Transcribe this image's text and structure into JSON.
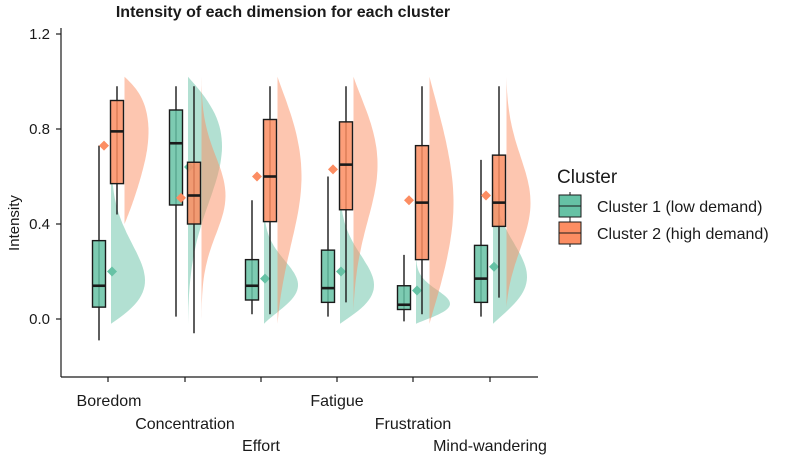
{
  "chart_data": {
    "type": "box",
    "title": "Intensity of each dimension for each cluster",
    "xlabel": "",
    "ylabel": "Intensity",
    "ylim": [
      -0.22,
      1.24
    ],
    "yticks": [
      "0.0",
      "0.4",
      "0.8",
      "1.2"
    ],
    "ytick_values": [
      0,
      0.4,
      0.8,
      1.2
    ],
    "categories": [
      "Boredom",
      "Concentration",
      "Effort",
      "Fatigue",
      "Frustration",
      "Mind-wandering"
    ],
    "legend": {
      "title": "Cluster",
      "position": "right"
    },
    "series": [
      {
        "name": "Cluster 1 (low demand)",
        "color": "#66c2a5",
        "boxes": [
          {
            "min": -0.09,
            "q1": 0.05,
            "median": 0.14,
            "q3": 0.33,
            "max": 0.73,
            "mean": 0.2
          },
          {
            "min": 0.01,
            "q1": 0.48,
            "median": 0.74,
            "q3": 0.88,
            "max": 0.98,
            "mean": 0.64
          },
          {
            "min": 0.02,
            "q1": 0.08,
            "median": 0.14,
            "q3": 0.25,
            "max": 0.5,
            "mean": 0.17
          },
          {
            "min": 0.01,
            "q1": 0.07,
            "median": 0.13,
            "q3": 0.29,
            "max": 0.6,
            "mean": 0.2
          },
          {
            "min": -0.01,
            "q1": 0.04,
            "median": 0.06,
            "q3": 0.14,
            "max": 0.27,
            "mean": 0.12
          },
          {
            "min": 0.01,
            "q1": 0.07,
            "median": 0.17,
            "q3": 0.31,
            "max": 0.67,
            "mean": 0.22
          }
        ]
      },
      {
        "name": "Cluster 2 (high demand)",
        "color": "#fc8d62",
        "boxes": [
          {
            "min": 0.44,
            "q1": 0.57,
            "median": 0.79,
            "q3": 0.92,
            "max": 0.98,
            "mean": 0.73
          },
          {
            "min": -0.06,
            "q1": 0.4,
            "median": 0.52,
            "q3": 0.66,
            "max": 0.98,
            "mean": 0.51
          },
          {
            "min": 0.02,
            "q1": 0.41,
            "median": 0.6,
            "q3": 0.84,
            "max": 0.98,
            "mean": 0.6
          },
          {
            "min": 0.07,
            "q1": 0.46,
            "median": 0.65,
            "q3": 0.83,
            "max": 0.98,
            "mean": 0.63
          },
          {
            "min": 0.02,
            "q1": 0.25,
            "median": 0.49,
            "q3": 0.73,
            "max": 0.98,
            "mean": 0.5
          },
          {
            "min": 0.09,
            "q1": 0.39,
            "median": 0.49,
            "q3": 0.69,
            "max": 0.98,
            "mean": 0.52
          }
        ]
      }
    ],
    "grid": false
  }
}
